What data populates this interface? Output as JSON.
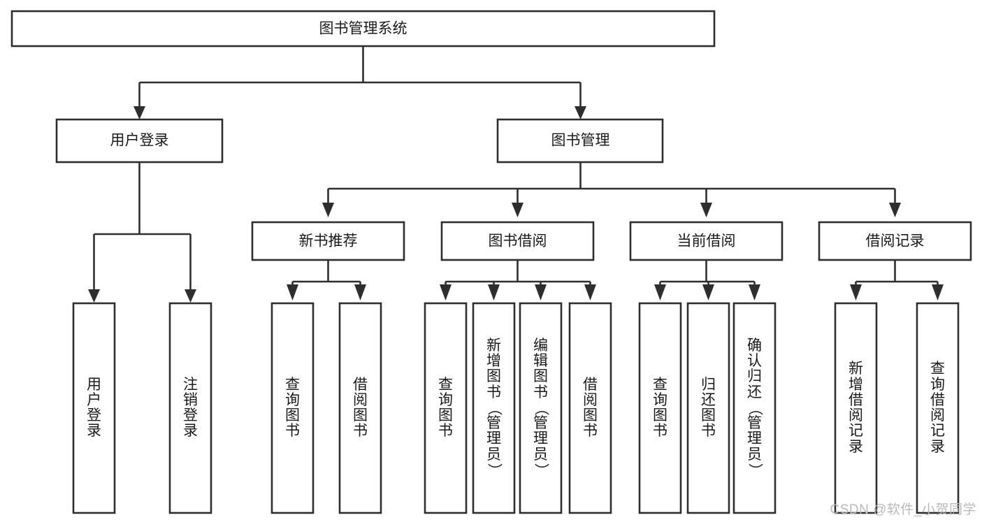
{
  "diagram": {
    "type": "tree-hierarchy",
    "title": "图书管理系统",
    "watermark": "CSDN @软件_小贺同学",
    "colors": {
      "box_stroke": "#2e2e2e",
      "box_fill": "#ffffff",
      "text": "#1a1a1a",
      "background": "#ffffff",
      "watermark": "#b9b9b9"
    },
    "root": {
      "label": "图书管理系统"
    },
    "level2": [
      {
        "label": "用户登录"
      },
      {
        "label": "图书管理"
      }
    ],
    "level3": [
      {
        "label": "新书推荐"
      },
      {
        "label": "图书借阅"
      },
      {
        "label": "当前借阅"
      },
      {
        "label": "借阅记录"
      }
    ],
    "leaves": {
      "user_login": [
        {
          "label": "用户登录"
        },
        {
          "label": "注销登录"
        }
      ],
      "new_book_recommend": [
        {
          "label": "查询图书"
        },
        {
          "label": "借阅图书"
        }
      ],
      "book_borrow": [
        {
          "label": "查询图书"
        },
        {
          "label": "新增图书（管理员）"
        },
        {
          "label": "编辑图书（管理员）"
        },
        {
          "label": "借阅图书"
        }
      ],
      "current_borrow": [
        {
          "label": "查询图书"
        },
        {
          "label": "归还图书"
        },
        {
          "label": "确认归还（管理员）"
        }
      ],
      "borrow_record": [
        {
          "label": "新增借阅记录"
        },
        {
          "label": "查询借阅记录"
        }
      ]
    }
  }
}
